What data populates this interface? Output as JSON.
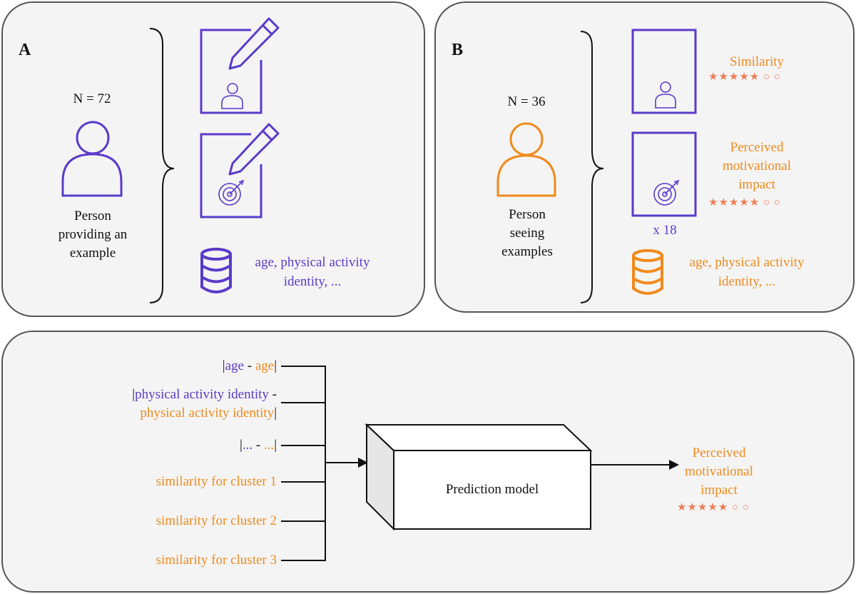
{
  "panel_a": {
    "letter": "A",
    "n_label": "N = 72",
    "person_caption": [
      "Person",
      "providing an",
      "example"
    ],
    "db_text": [
      "age, physical activity",
      "identity, ..."
    ]
  },
  "panel_b": {
    "letter": "B",
    "n_label": "N = 36",
    "person_caption": [
      "Person",
      "seeing",
      "examples"
    ],
    "similarity_label": "Similarity",
    "impact_label": [
      "Perceived",
      "motivational",
      "impact"
    ],
    "repeat_label": "x 18",
    "db_text": [
      "age, physical activity",
      "identity, ..."
    ]
  },
  "panel_c": {
    "features": [
      {
        "parts": [
          {
            "text": "|",
            "color": "dark"
          },
          {
            "text": "age",
            "color": "purple"
          },
          {
            "text": " - ",
            "color": "dark"
          },
          {
            "text": "age",
            "color": "orange"
          },
          {
            "text": "|",
            "color": "dark"
          }
        ]
      },
      {
        "parts": [
          {
            "text": "|",
            "color": "dark"
          },
          {
            "text": "physical activity identity",
            "color": "purple"
          },
          {
            "text": " -",
            "color": "dark"
          }
        ]
      },
      {
        "parts": [
          {
            "text": "physical activity identity",
            "color": "orange"
          },
          {
            "text": "|",
            "color": "dark"
          }
        ]
      },
      {
        "parts": [
          {
            "text": "|",
            "color": "dark"
          },
          {
            "text": "...",
            "color": "purple"
          },
          {
            "text": " - ",
            "color": "dark"
          },
          {
            "text": "...",
            "color": "orange"
          },
          {
            "text": "|",
            "color": "dark"
          }
        ]
      },
      {
        "parts": [
          {
            "text": "similarity for cluster 1",
            "color": "orange"
          }
        ]
      },
      {
        "parts": [
          {
            "text": "similarity for cluster 2",
            "color": "orange"
          }
        ]
      },
      {
        "parts": [
          {
            "text": "similarity for cluster 3",
            "color": "orange"
          }
        ]
      }
    ],
    "model_label": "Prediction model",
    "output_label": [
      "Perceived",
      "motivational",
      "impact"
    ]
  },
  "rating": {
    "filled_stars": 5,
    "empty_circles": 2,
    "filled_glyph": "★",
    "empty_glyph": "○"
  },
  "colors": {
    "purple": "#5a3bc9",
    "orange": "#f08a1c",
    "rating": "#ef7c55",
    "border": "#555555",
    "panel_bg": "#f4f4f4"
  },
  "icons": [
    "person-icon",
    "document-edit-icon",
    "pencil-icon",
    "target-icon",
    "database-icon",
    "star-rating"
  ]
}
